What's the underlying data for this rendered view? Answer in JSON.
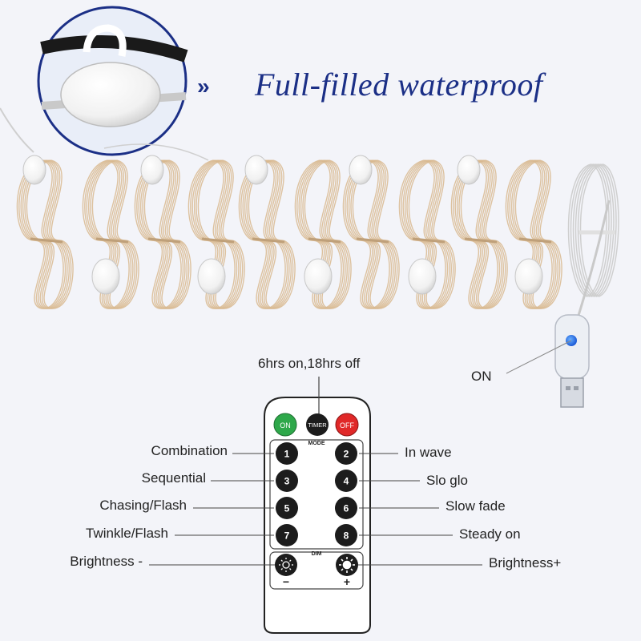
{
  "headline": {
    "chevrons": "››",
    "text": "Full-filled waterproof"
  },
  "usb": {
    "on_label": "ON"
  },
  "remote": {
    "timer_callout": "6hrs on,18hrs off",
    "buttons": {
      "on": "ON",
      "timer": "TIMER",
      "off": "OFF",
      "mode_header": "MODE",
      "dim_header": "DIM",
      "minus": "−",
      "plus": "+"
    },
    "keys": [
      "1",
      "2",
      "3",
      "4",
      "5",
      "6",
      "7",
      "8"
    ],
    "labels_left": [
      "Combination",
      "Sequential",
      "Chasing/Flash",
      "Twinkle/Flash",
      "Brightness -"
    ],
    "labels_right": [
      "In wave",
      "Slo glo",
      "Slow fade",
      "Steady on",
      "Brightness+"
    ]
  },
  "colors": {
    "headline": "#1b2f86",
    "on_button": "#2ea84a",
    "off_button": "#e02828",
    "key_fill": "#1c1c1c",
    "wire": "#d8b98f"
  }
}
